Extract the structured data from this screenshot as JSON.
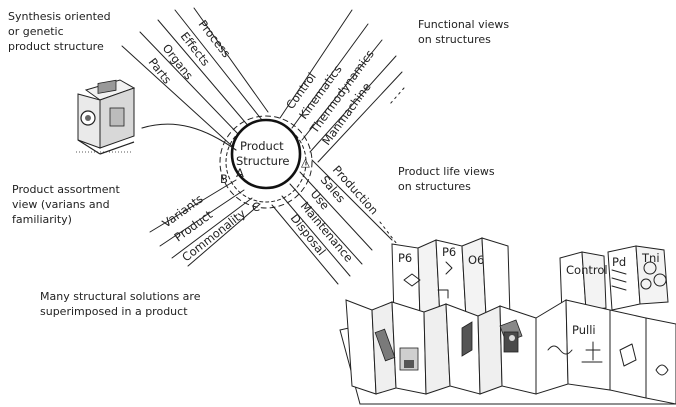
{
  "notes": {
    "synthesis": [
      "Synthesis oriented",
      "or genetic",
      "product structure"
    ],
    "functional": [
      "Functional views",
      "on structures"
    ],
    "life": [
      "Product life views",
      "on structures"
    ],
    "assortment": [
      "Product assortment",
      "view (varians and",
      "familiarity)"
    ],
    "superimposed": [
      "Many structural solutions are",
      "superimposed in a product"
    ]
  },
  "center": {
    "line1": "Product",
    "line2": "Structure",
    "marker_a": "A",
    "marker_b": "B",
    "marker_c": "C",
    "triangle": "△"
  },
  "spokes": {
    "upper_left": [
      "Process",
      "Effects",
      "Organs",
      "Parts"
    ],
    "upper_right": [
      "Control",
      "Kinematics",
      "Thermodynamics",
      "Manmachine"
    ],
    "lower_right": [
      "Production",
      "Sales",
      "Use",
      "Maintenance",
      "Disposal"
    ],
    "lower_left": [
      "Variants",
      "Product",
      "Commonality"
    ]
  },
  "panels": {
    "labels": [
      "P6",
      "O6",
      "P6",
      "Pd",
      "Tni",
      "Control",
      "Pulli"
    ]
  }
}
